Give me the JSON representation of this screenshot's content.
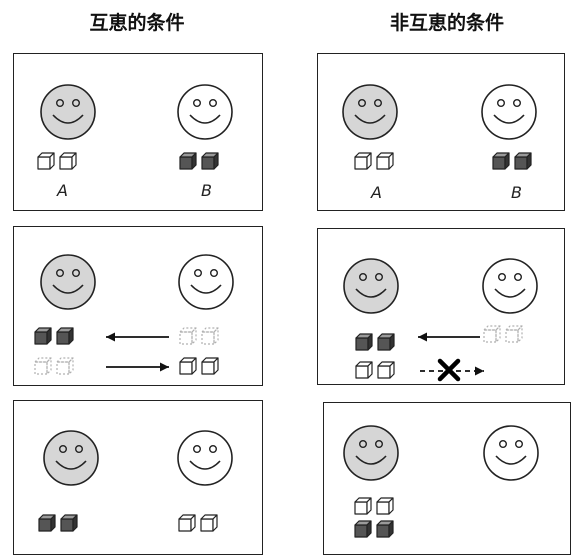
{
  "titles": {
    "left": "互恵的条件",
    "right": "非互恵的条件"
  },
  "labels": {
    "a": "A",
    "b": "B"
  },
  "colors": {
    "face_a": "#d6d6d6",
    "face_b": "#ffffff",
    "cube_solid": "#555555",
    "cube_ghost": "#b0b0b0",
    "cross": "#000000"
  },
  "icons": [
    "smiley-face-icon",
    "cube-icon",
    "arrow-icon",
    "cross-icon"
  ]
}
